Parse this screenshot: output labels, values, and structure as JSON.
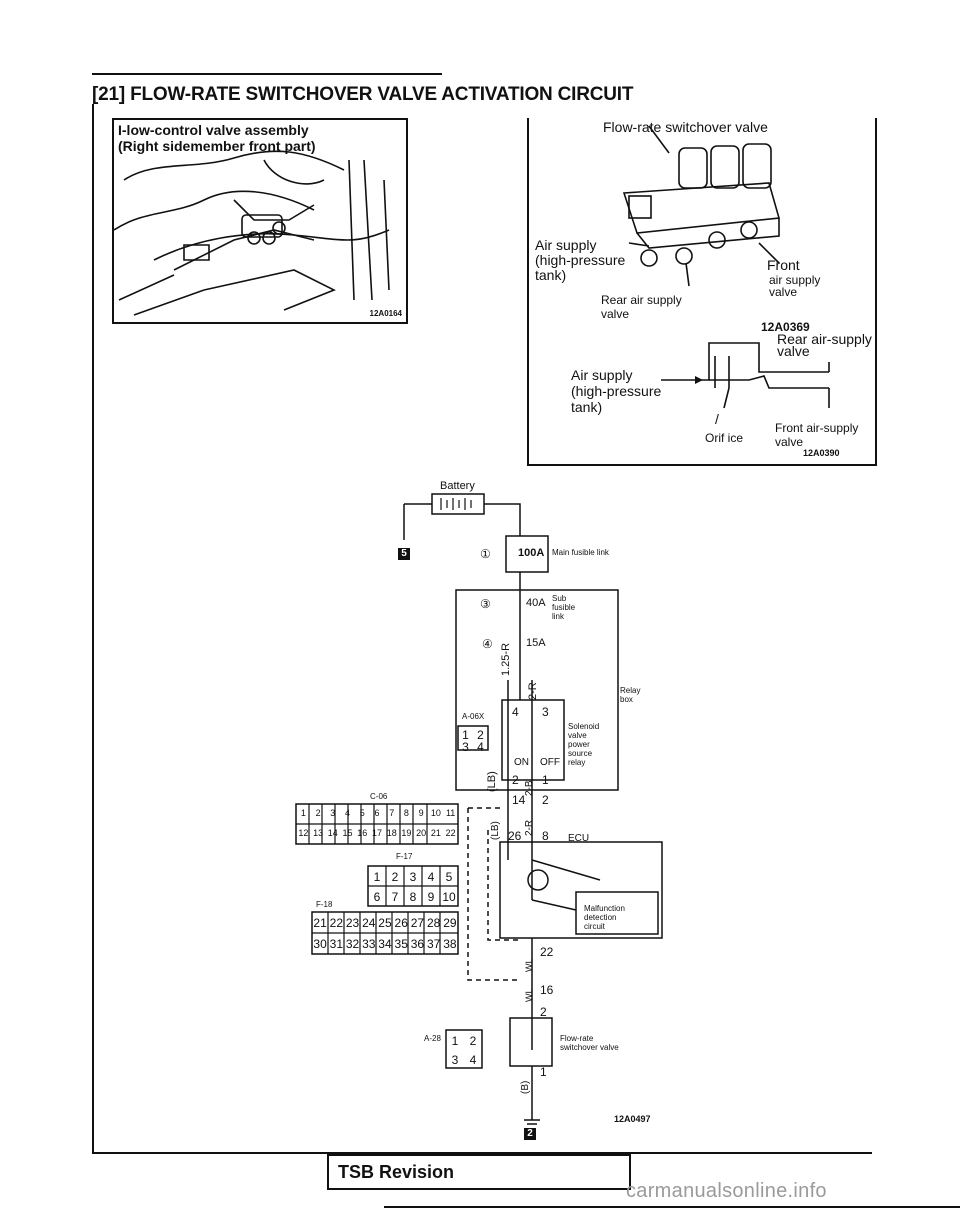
{
  "header": {
    "title": "[21] FLOW-RATE SWITCHOVER VALVE ACTIVATION CIRCUIT"
  },
  "photo_left": {
    "title_line1": "I-low-control valve assembly",
    "title_line2": "(Right sidemember front part)",
    "code": "12A0164"
  },
  "photo_right": {
    "flow_rate": "Flow-rate switchover valve",
    "air_supply_1": "Air supply",
    "air_supply_2": "(high-pressure",
    "air_supply_3": "tank)",
    "front_1": "Front",
    "front_2": "air supply",
    "front_3": "valve",
    "rear_1": "Rear air supply",
    "rear_2": "valve",
    "code": "12A0369"
  },
  "diagram_right": {
    "rear_1": "Rear air-supply",
    "rear_2": "valve",
    "air_1": "Air supply",
    "air_2": "(high-pressure",
    "air_3": "tank)",
    "slash": "/",
    "orifice": "Orif ice",
    "front_1": "Front air-supply",
    "front_2": "valve",
    "code": "12A0390"
  },
  "circuit": {
    "battery": "Battery",
    "ground_top": "5",
    "main_fusible_num": "①",
    "main_fusible_amp": "100A",
    "main_fusible_label": "Main fusible link",
    "sub_fusible_num": "③",
    "sub_fusible_amp": "40A",
    "sub_fusible_label": "Sub fusible link",
    "fuse_num": "④",
    "fuse_amp": "15A",
    "wire_1": "1.25-R",
    "wire_2": "2-R",
    "relay_box": "Relay box",
    "connector_a06x": "A-06X",
    "pin_4": "4",
    "pin_3": "3",
    "relay_label_1": "Solenoid",
    "relay_label_2": "valve",
    "relay_label_3": "power",
    "relay_label_4": "source",
    "relay_label_5": "relay",
    "on": "ON",
    "off": "OFF",
    "wire_lb": "(LB)",
    "wire_2b": "2-B",
    "pin_2": "2",
    "pin_1": "1",
    "connector_c06": "C-06",
    "c06_row1": [
      "1",
      "2",
      "3",
      "4",
      "5",
      "6",
      "7",
      "8",
      "9",
      "10",
      "11"
    ],
    "c06_row2": [
      "12",
      "13",
      "14",
      "15",
      "16",
      "17",
      "18",
      "19",
      "20",
      "21",
      "22"
    ],
    "pin_14": "14",
    "pin_2b": "2",
    "wire_lb2": "(LB)",
    "wire_2r": "2-R",
    "pin_26": "26",
    "pin_8": "8",
    "ecu": "ECU",
    "connector_f17": "F-17",
    "f17_row1": [
      "1",
      "2",
      "3",
      "4",
      "5"
    ],
    "f17_row2": [
      "6",
      "7",
      "8",
      "9",
      "10"
    ],
    "connector_f18": "F-18",
    "f18_row1": [
      "21",
      "22",
      "23",
      "24",
      "25",
      "26",
      "27",
      "28",
      "29"
    ],
    "f18_row2": [
      "30",
      "31",
      "32",
      "33",
      "34",
      "35",
      "36",
      "37",
      "38"
    ],
    "malfunction_1": "Malfunction",
    "malfunction_2": "detection",
    "malfunction_3": "circuit",
    "pin_22": "22",
    "wire_wl": "WL",
    "pin_16": "16",
    "wire_wl2": "WL",
    "pin_2c": "2",
    "connector_a28": "A-28",
    "a28_pins": [
      "1",
      "2",
      "3",
      "4"
    ],
    "valve_1": "Flow-rate",
    "valve_2": "switchover valve",
    "pin_1b": "1",
    "wire_b": "(B)",
    "ground_bottom": "2",
    "code": "12A0497"
  },
  "footer": {
    "revision": "TSB Revision",
    "watermark": "carmanualsonline.info"
  }
}
